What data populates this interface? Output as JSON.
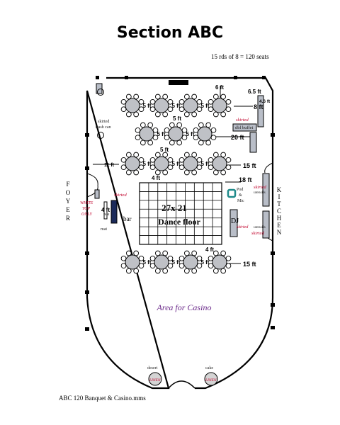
{
  "header": {
    "title": "Section ABC",
    "subtitle": "15 rds of 8 = 120 seats"
  },
  "footer": {
    "filename": "ABC 120 Banquet & Casino.mms"
  },
  "labels": {
    "foyer": "FOYER",
    "kitchen": "KITCHEN",
    "dance_floor_size": "27x 21",
    "dance_floor": "Dance floor",
    "casino_area": "Area for Casino",
    "bar": "bar",
    "dj": "DJ",
    "mat": "mat",
    "pod_mic": [
      "Pod",
      "&",
      "Mic"
    ],
    "skirted": "skirted",
    "skirted_trash_can": [
      "skirted",
      "trash can"
    ],
    "white_top_only": [
      "WHITE",
      "TOP",
      "ONLY"
    ],
    "dbl_buffet": "dbl buffet",
    "utensils": "utensils",
    "dessert": "desert",
    "cake": "cake",
    "linen": "LINEN"
  },
  "dimensions": {
    "d6ft": "6 ft",
    "d65ft": "6.5 ft",
    "d46ft": "4.6 ft",
    "d8ft": "8 ft",
    "d5ft": "5 ft",
    "d20ft": "20 ft",
    "d11ft": "11 ft",
    "d15ft": "15 ft",
    "d4ft": "4 ft",
    "d18ft": "18 ft",
    "d4ft_bar": "4 ft"
  },
  "colors": {
    "table_fill": "#bfc1c6",
    "chair_fill": "#ffffff",
    "accent_red": "#c0002a",
    "casino_purple": "#6b2a8a",
    "podium": "#1f8a8a",
    "buffet_fill": "#b9bec8"
  }
}
